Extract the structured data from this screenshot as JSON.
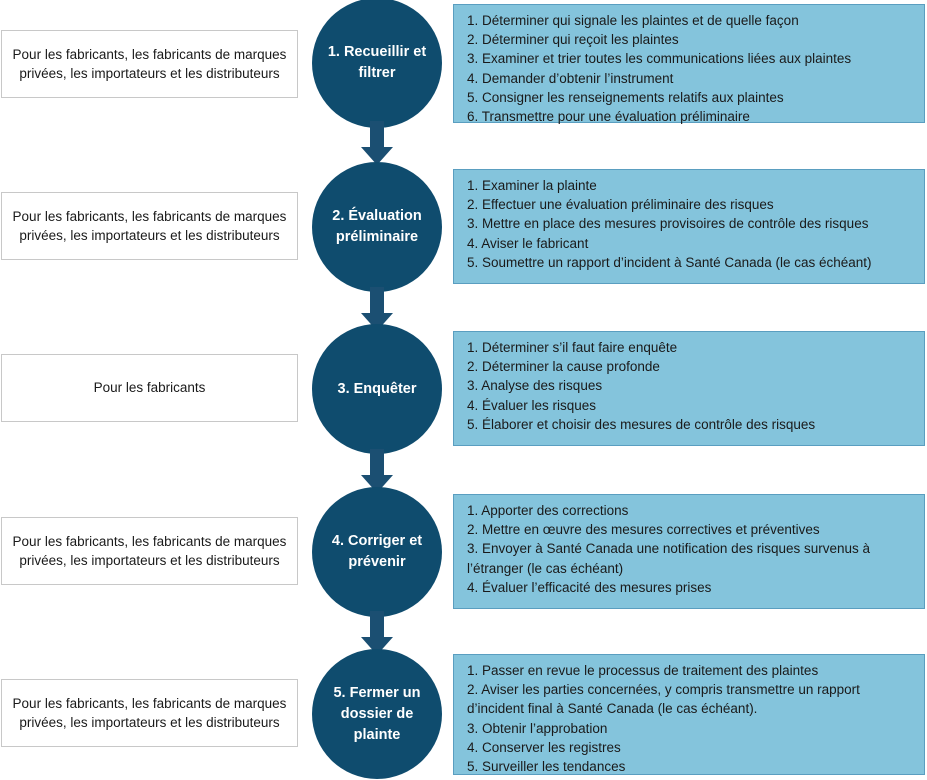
{
  "steps": [
    {
      "audience": "Pour les fabricants, les fabricants de marques privées, les importateurs et les distributeurs",
      "label": "1. Recueillir et filtrer",
      "tasks": [
        "1. Déterminer qui signale les plaintes et de quelle façon",
        "2. Déterminer qui reçoit les plaintes",
        "3. Examiner et trier toutes les communications liées aux plaintes",
        "4. Demander d’obtenir l’instrument",
        "5. Consigner les renseignements relatifs aux plaintes",
        "6. Transmettre pour une évaluation préliminaire"
      ]
    },
    {
      "audience": "Pour les fabricants, les fabricants de marques privées, les importateurs et les distributeurs",
      "label": "2. Évaluation préliminaire",
      "tasks": [
        "1. Examiner la plainte",
        "2. Effectuer une évaluation préliminaire des risques",
        "3. Mettre en place des mesures provisoires de contrôle des risques",
        "4. Aviser le fabricant",
        "5. Soumettre un rapport d’incident à Santé Canada (le cas échéant)"
      ]
    },
    {
      "audience": "Pour les fabricants",
      "label": "3. Enquêter",
      "tasks": [
        "1. Déterminer s’il faut faire enquête",
        "2. Déterminer la cause profonde",
        "3. Analyse des risques",
        "4. Évaluer les risques",
        "5. Élaborer et choisir des mesures de contrôle des risques"
      ]
    },
    {
      "audience": "Pour les fabricants, les fabricants de marques privées, les importateurs et les distributeurs",
      "label": "4. Corriger et prévenir",
      "tasks": [
        "1. Apporter des corrections",
        "2. Mettre en œuvre des mesures correctives et préventives",
        "3. Envoyer à Santé Canada une notification des risques survenus à l’étranger (le cas échéant)",
        "4. Évaluer l’efficacité des mesures prises"
      ]
    },
    {
      "audience": "Pour les fabricants, les fabricants de marques privées, les importateurs et les distributeurs",
      "label": "5. Fermer un dossier de plainte",
      "tasks": [
        "1. Passer en revue le processus de traitement des plaintes",
        "2. Aviser les parties concernées, y compris transmettre un rapport d’incident final à Santé Canada (le cas échéant).",
        "3. Obtenir l’approbation",
        "4. Conserver les registres",
        "5. Surveiller les tendances"
      ]
    }
  ],
  "colors": {
    "circle": "#0f4c6e",
    "task_box": "#84c4dc",
    "task_border": "#5a9ec0",
    "arrow": "#1b4f72"
  }
}
